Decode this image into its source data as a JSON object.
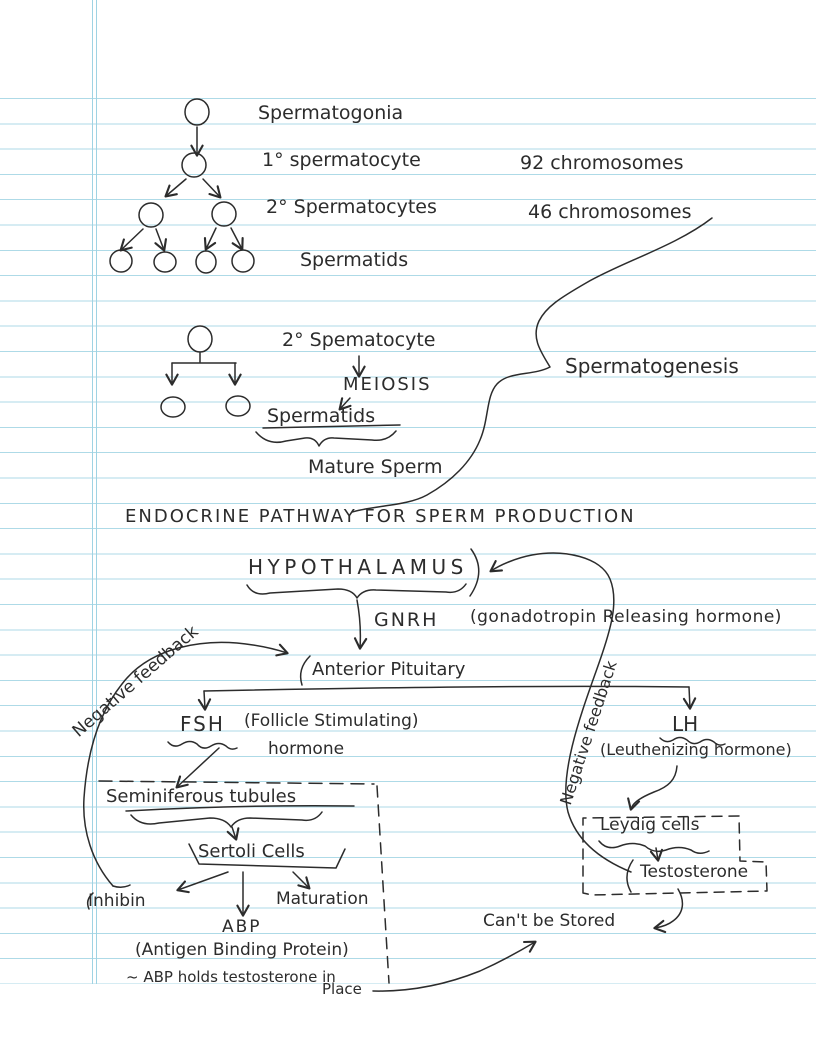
{
  "colors": {
    "ink": "#2c2c2c",
    "rule_line": "#aedae7",
    "margin_line": "#9fd3e3"
  },
  "top_diagram": {
    "spermatogonia": "Spermatogonia",
    "primary_spermatocyte": "1° spermatocyte",
    "chromosomes_92": "92 chromosomes",
    "secondary_spermatocytes": "2° Spermatocytes",
    "chromosomes_46": "46 chromosomes",
    "spermatids": "Spermatids"
  },
  "meiosis_diagram": {
    "secondary_spematocyte": "2° Spematocyte",
    "meiosis": "MEIOSIS",
    "spermatids": "Spermatids",
    "mature_sperm": "Mature Sperm",
    "brace_label": "Spermatogenesis"
  },
  "endocrine": {
    "title": "ENDOCRINE PATHWAY FOR SPERM PRODUCTION",
    "hypothalamus": "HYPOTHALAMUS",
    "gnrh": "GNRH",
    "gnrh_full": "(gonadotropin Releasing hormone)",
    "anterior_pituitary": "Anterior Pituitary",
    "negative_feedback_left": "Negative feedback",
    "negative_feedback_right": "Negative feedback",
    "fsh": "FSH",
    "fsh_full_line1": "(Follicle Stimulating)",
    "fsh_full_line2": "hormone",
    "lh": "LH",
    "lh_full": "(Leuthenizing hormone)",
    "seminiferous_tubules": "Seminiferous tubules",
    "sertoli_cells": "Sertoli Cells",
    "inhibin": "Inhibin",
    "maturation": "Maturation",
    "abp": "ABP",
    "abp_full": "(Antigen Binding Protein)",
    "abp_note": "~ ABP  holds testosterone in",
    "abp_note_place": "Place",
    "leydig_cells": "Leydig cells",
    "testosterone": "Testosterone",
    "cant_be_stored": "Can't be Stored"
  }
}
